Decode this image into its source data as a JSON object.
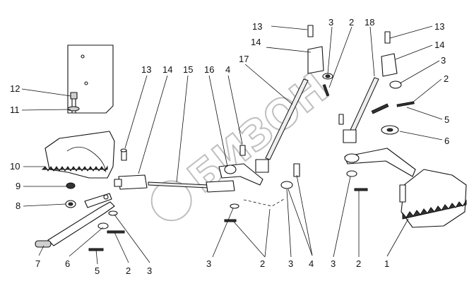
{
  "watermark": {
    "text": "БИЗОН",
    "color": "#bfbfbf"
  },
  "callouts": {
    "c1": "1",
    "c2a": "2",
    "c2b": "2",
    "c2c": "2",
    "c2d": "2",
    "c2e": "2",
    "c3a": "3",
    "c3b": "3",
    "c3c": "3",
    "c3d": "3",
    "c3e": "3",
    "c3f": "3",
    "c4a": "4",
    "c4b": "4",
    "c5a": "5",
    "c5b": "5",
    "c6a": "6",
    "c6b": "6",
    "c7": "7",
    "c8": "8",
    "c9": "9",
    "c10": "10",
    "c11": "11",
    "c12": "12",
    "c13a": "13",
    "c13b": "13",
    "c13c": "13",
    "c14a": "14",
    "c14b": "14",
    "c14c": "14",
    "c15": "15",
    "c16": "16",
    "c17": "17",
    "c18": "18"
  }
}
